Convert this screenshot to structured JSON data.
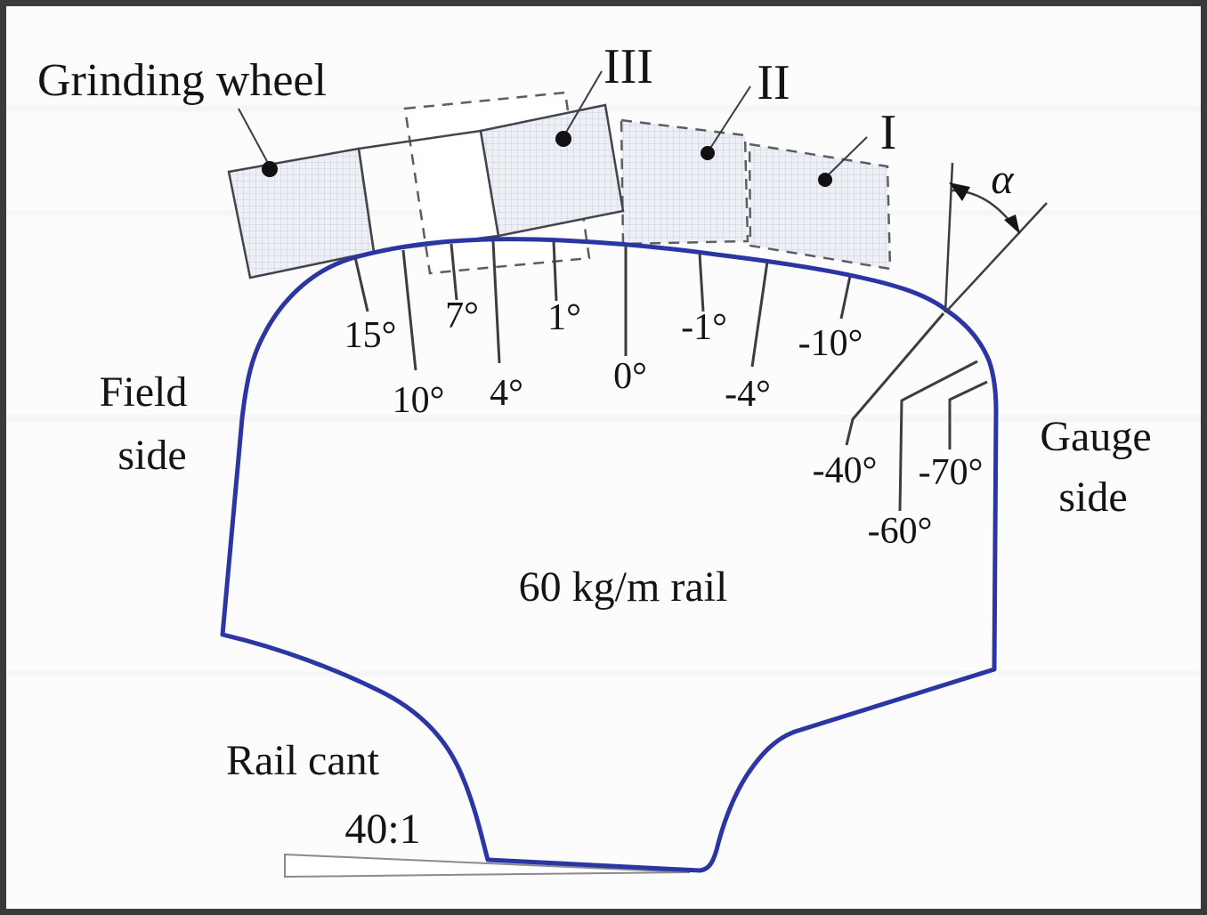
{
  "figure_type": "rail-grinding-pattern-diagram",
  "labels": {
    "grinding_wheel": "Grinding wheel",
    "rail": "60 kg/m rail",
    "field_side_line1": "Field",
    "field_side_line2": "side",
    "gauge_side_line1": "Gauge",
    "gauge_side_line2": "side",
    "rail_cant": "Rail cant",
    "rail_cant_ratio": "40:1",
    "alpha": "α"
  },
  "wheel_positions": {
    "pos_1": "I",
    "pos_2": "II",
    "pos_3": "III"
  },
  "grinding_angles": [
    {
      "label": "15°"
    },
    {
      "label": "10°"
    },
    {
      "label": "7°"
    },
    {
      "label": "4°"
    },
    {
      "label": "1°"
    },
    {
      "label": "0°"
    },
    {
      "label": "-1°"
    },
    {
      "label": "-4°"
    },
    {
      "label": "-10°"
    },
    {
      "label": "-40°"
    },
    {
      "label": "-60°"
    },
    {
      "label": "-70°"
    }
  ],
  "colors": {
    "rail_outline": "#2b35a3",
    "annotation_line": "#3c3c44",
    "dashed_wheel_outline": "#5c5c66",
    "wheel_fill": "#edf0f5",
    "wheel_grid_line": "#c6ccd9",
    "wedge_outline": "#8a8a8f",
    "frame": "#3a3a3a",
    "background": "#fcfcfd",
    "text": "#141414"
  }
}
